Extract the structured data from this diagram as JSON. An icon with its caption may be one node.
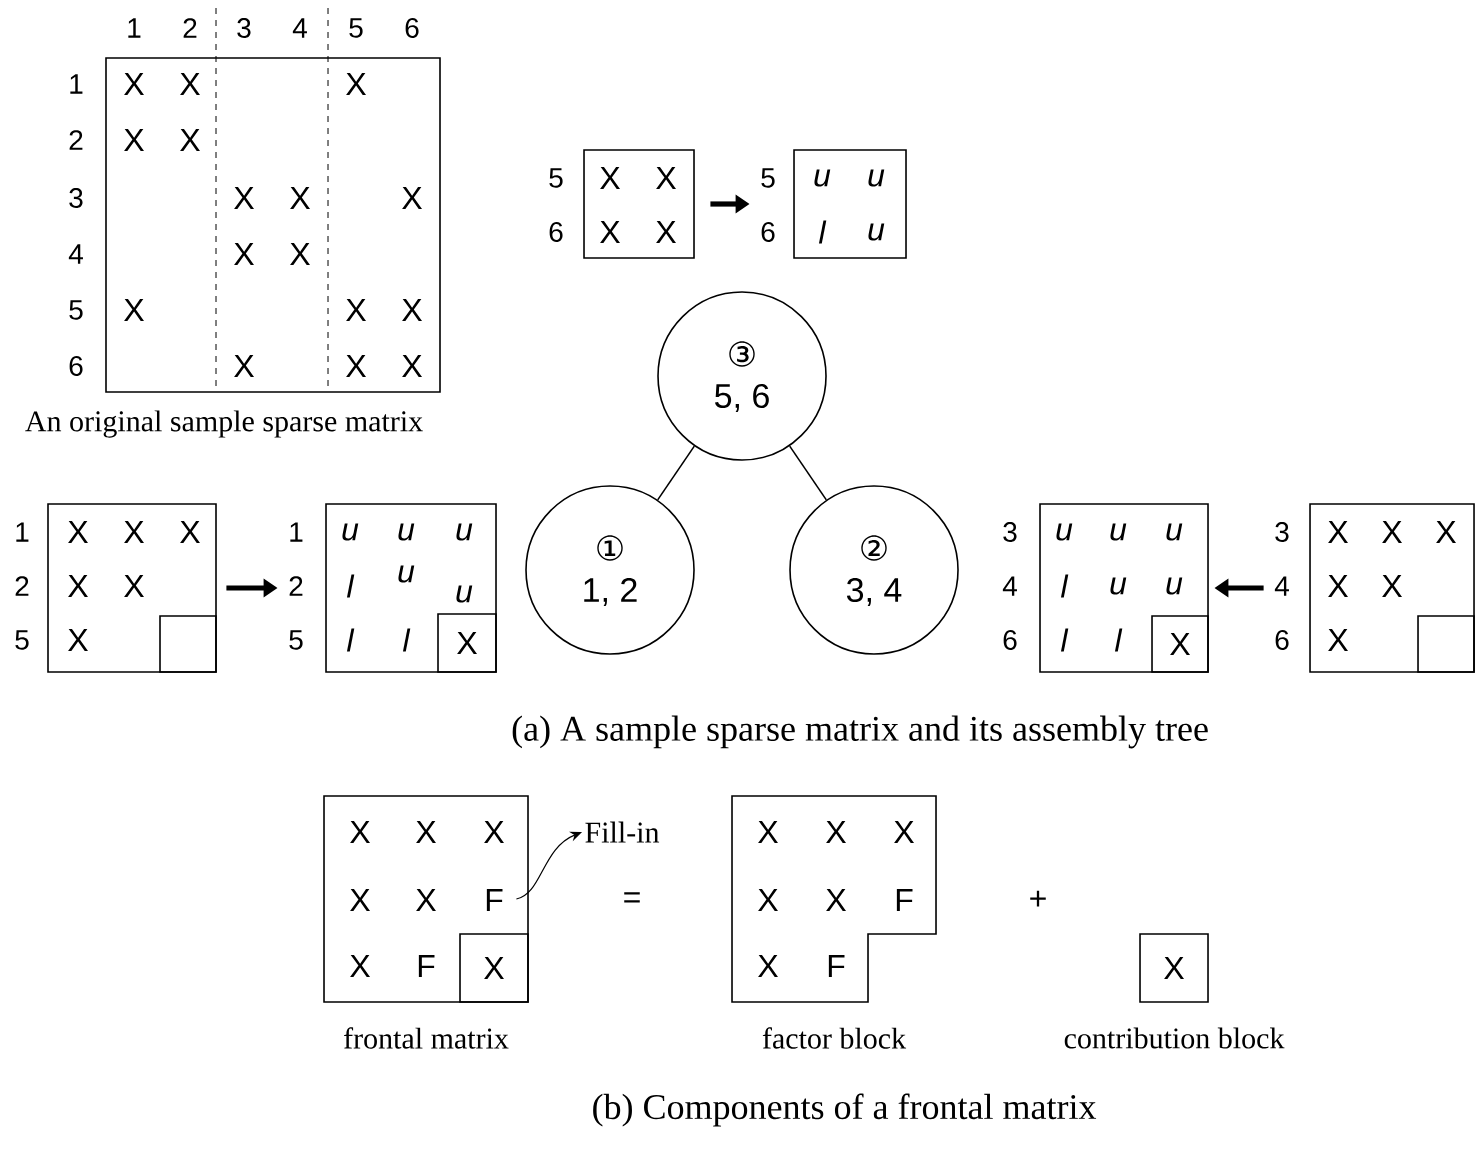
{
  "diagram": {
    "nodes": [
      {
        "text": [
          "X",
          "X",
          "X",
          "X",
          "X",
          "X",
          "X",
          "X",
          "X",
          "X",
          "X",
          "X",
          "X",
          "X",
          "X",
          "X"
        ],
        "beside": [
          "1",
          "2",
          "3",
          "4",
          "5",
          "6",
          "1",
          "2",
          "3",
          "4",
          "5",
          "6",
          "An original sample sparse matrix"
        ]
      },
      {
        "text": [
          "X",
          "X",
          "X",
          "X"
        ],
        "beside": [
          "5",
          "6"
        ]
      },
      {
        "text": [
          "u",
          "u",
          "l",
          "u"
        ],
        "beside": [
          "5",
          "6"
        ]
      },
      {
        "text": [
          "③",
          "5, 6"
        ]
      },
      {
        "text": [
          "①",
          "1, 2"
        ]
      },
      {
        "text": [
          "②",
          "3, 4"
        ]
      },
      {
        "text": [
          "X",
          "X",
          "X",
          "X",
          "X",
          "X"
        ],
        "beside": [
          "1",
          "2",
          "5"
        ]
      },
      {
        "text": [],
        "shape": "box",
        "in": 6
      },
      {
        "text": [
          "u",
          "u",
          "u",
          "l",
          "u",
          "u",
          "l",
          "l"
        ],
        "beside": [
          "1",
          "2",
          "5"
        ]
      },
      {
        "text": [
          "X"
        ],
        "in": 8
      },
      {
        "text": [
          "u",
          "u",
          "u",
          "l",
          "u",
          "u",
          "l",
          "l"
        ],
        "beside": [
          "3",
          "4",
          "6"
        ]
      },
      {
        "text": [
          "X"
        ],
        "in": 10
      },
      {
        "text": [
          "X",
          "X",
          "X",
          "X",
          "X",
          "X"
        ],
        "beside": [
          "3",
          "4",
          "6"
        ]
      },
      {
        "text": [],
        "shape": "box",
        "in": 12
      },
      {
        "text": [
          "X",
          "X",
          "X",
          "X",
          "X",
          "F",
          "X",
          "F"
        ],
        "beside": [
          "frontal matrix"
        ]
      },
      {
        "text": [
          "X"
        ],
        "in": 14
      },
      {
        "text": [
          "Fill-in"
        ]
      },
      {
        "text": [
          "X",
          "X",
          "X",
          "X",
          "X",
          "F",
          "X",
          "F"
        ],
        "beside": [
          "factor block"
        ]
      },
      {
        "text": [
          "X"
        ],
        "beside": [
          "contribution block"
        ]
      }
    ],
    "edges": [
      {
        "from": 1,
        "to": 2,
        "arrow": "to",
        "style": "thick"
      },
      {
        "from": 3,
        "to": 4,
        "arrow": "none"
      },
      {
        "from": 3,
        "to": 5,
        "arrow": "none"
      },
      {
        "from": 6,
        "to": 8,
        "arrow": "to",
        "style": "thick"
      },
      {
        "from": 12,
        "to": 10,
        "arrow": "to",
        "style": "thick"
      },
      {
        "from": 14,
        "to": 16,
        "arrow": "to"
      }
    ],
    "labels": [
      "(a) A sample sparse matrix and its assembly tree",
      "=",
      "+",
      "(b) Components of a frontal matrix"
    ]
  }
}
